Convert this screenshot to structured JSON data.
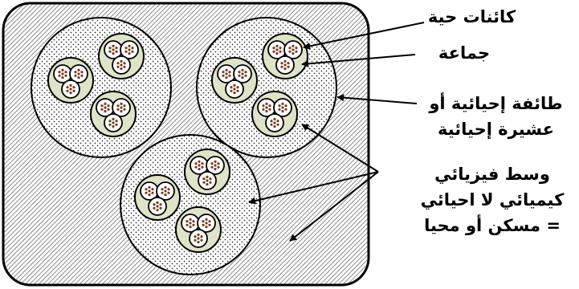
{
  "labels": {
    "living_organisms": "كائنات حية",
    "community": "جماعة",
    "population_line_1": "طائفة إحيائية أو",
    "population_line_2": "عشيرة إحيائية",
    "environment_line_1": "وسط فيزيائي",
    "environment_line_2": "كيميائي لا احيائي",
    "environment_line_3": "= مسكن أو محيا"
  },
  "colors": {
    "outline": "#000000",
    "background": "#ffffff",
    "hatch": "#6e6e6e",
    "dots": "#2a2a2a",
    "community_fill": "#dfe3c8",
    "organism_fill": "#ffffff",
    "nucleus_fill": "#7a3b22"
  }
}
